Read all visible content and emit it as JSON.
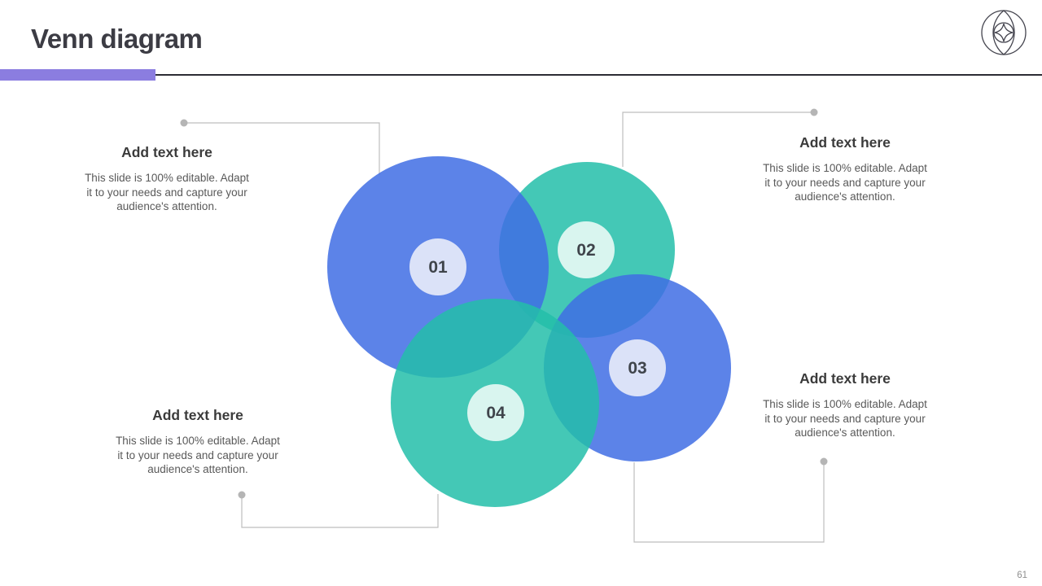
{
  "slide": {
    "title": "Venn diagram",
    "page_number": "61"
  },
  "callouts": {
    "blocks": [
      {
        "position": "top-left",
        "heading": "Add text here",
        "body_lines": [
          "This slide is 100% editable. Adapt",
          "it to your needs and capture your",
          "audience's attention."
        ]
      },
      {
        "position": "top-right",
        "heading": "Add text here",
        "body_lines": [
          "This slide is 100% editable. Adapt",
          "it to your needs and capture your",
          "audience's attention."
        ]
      },
      {
        "position": "bottom-left",
        "heading": "Add text here",
        "body_lines": [
          "This slide is 100% editable. Adapt",
          "it to your needs and capture your",
          "audience's attention."
        ]
      },
      {
        "position": "bottom-right",
        "heading": "Add text here",
        "body_lines": [
          "This slide is 100% editable. Adapt",
          "it to your needs and capture your",
          "audience's attention."
        ]
      }
    ]
  },
  "venn": {
    "items": [
      {
        "number": "01",
        "circle_color": "#406DE4",
        "badge_color": "#dbe2f8"
      },
      {
        "number": "02",
        "circle_color": "#23BEA9",
        "badge_color": "#d9f5ef"
      },
      {
        "number": "03",
        "circle_color": "#406DE4",
        "badge_color": "#dbe2f8"
      },
      {
        "number": "04",
        "circle_color": "#23BEA9",
        "badge_color": "#d9f5ef"
      }
    ],
    "circle_opacity": "0.85"
  },
  "colors": {
    "accent_purple": "#8b7de0",
    "header_divider": "#2c2c34",
    "connector_line": "#bdbdbd",
    "connector_dot": "#b5b5b5",
    "heading_text": "#3b3b3b",
    "body_text": "#595959",
    "badge_number_text": "#3f444b"
  },
  "icons": {
    "logo": "vesica-star-logo"
  }
}
